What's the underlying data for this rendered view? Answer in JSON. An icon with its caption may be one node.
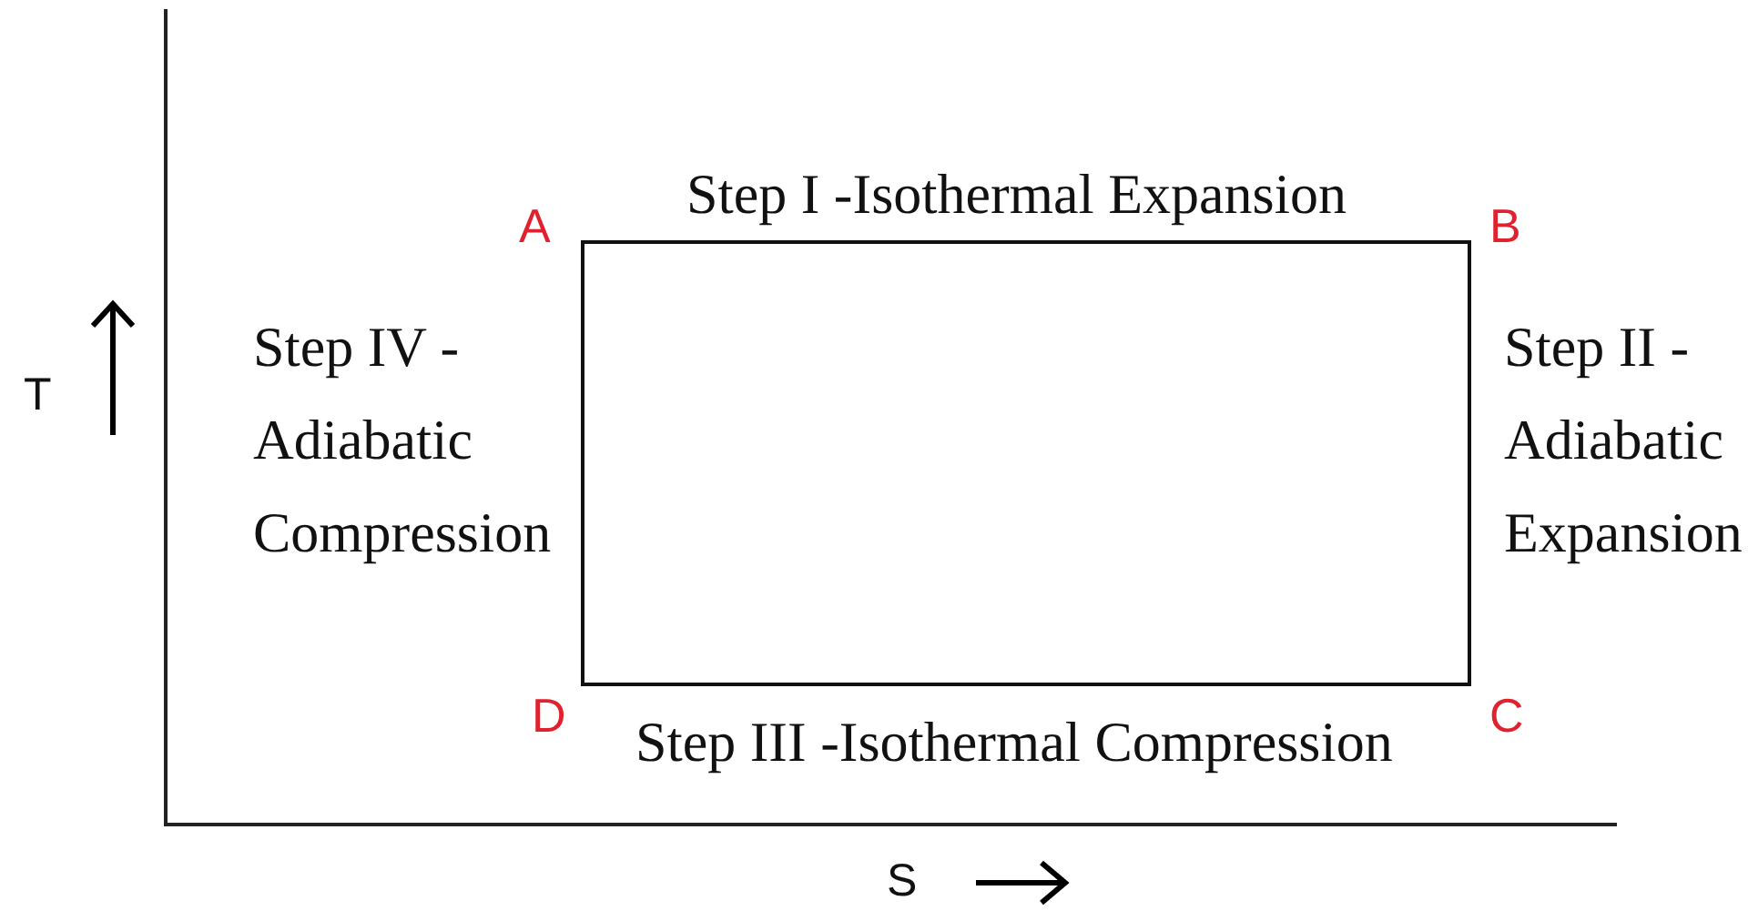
{
  "diagram": {
    "nodes": [
      {
        "text": [],
        "shape": "box",
        "beside": [
          "Step I -Isothermal Expansion",
          "Step IV - Adiabatic Compression",
          "Step II - Adiabatic Expansion",
          "Step III -Isothermal Compression"
        ]
      }
    ],
    "labels": [
      "A",
      "B",
      "T",
      "D",
      "C",
      "S"
    ]
  }
}
